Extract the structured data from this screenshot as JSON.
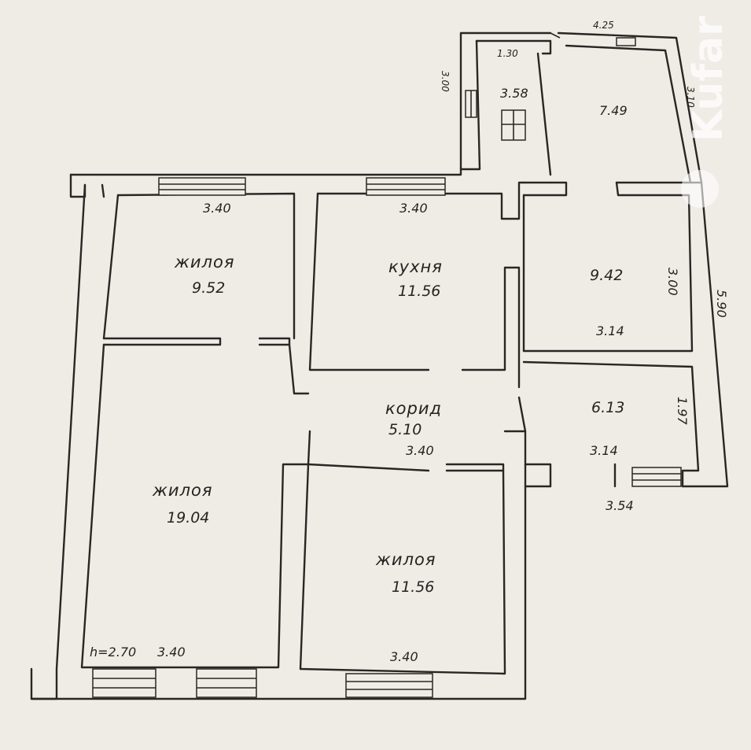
{
  "watermark": {
    "text": "Kufar"
  },
  "rooms": {
    "living1": {
      "label": "жилоя",
      "area": "9.52",
      "width": "3.40"
    },
    "kitchen": {
      "label": "кухня",
      "area": "11.56",
      "width": "3.40"
    },
    "room_right": {
      "area": "9.42",
      "width": "3.14",
      "height": "3.00"
    },
    "corridor": {
      "label": "корид",
      "area": "5.10",
      "width": "3.40"
    },
    "room_small": {
      "area": "6.13",
      "width": "3.14",
      "height": "1.97"
    },
    "living2": {
      "label": "жилоя",
      "area": "19.04",
      "width": "3.40",
      "ceiling": "h=2.70"
    },
    "living3": {
      "label": "жилоя",
      "area": "11.56",
      "width": "3.40"
    },
    "annex_small": {
      "area": "3.58",
      "width": "1.30",
      "height": "3.00"
    },
    "annex_large": {
      "area": "7.49",
      "width": "4.25",
      "height": "3.10"
    }
  },
  "dimensions": {
    "right_side": "5.90",
    "bottom_right": "3.54"
  }
}
